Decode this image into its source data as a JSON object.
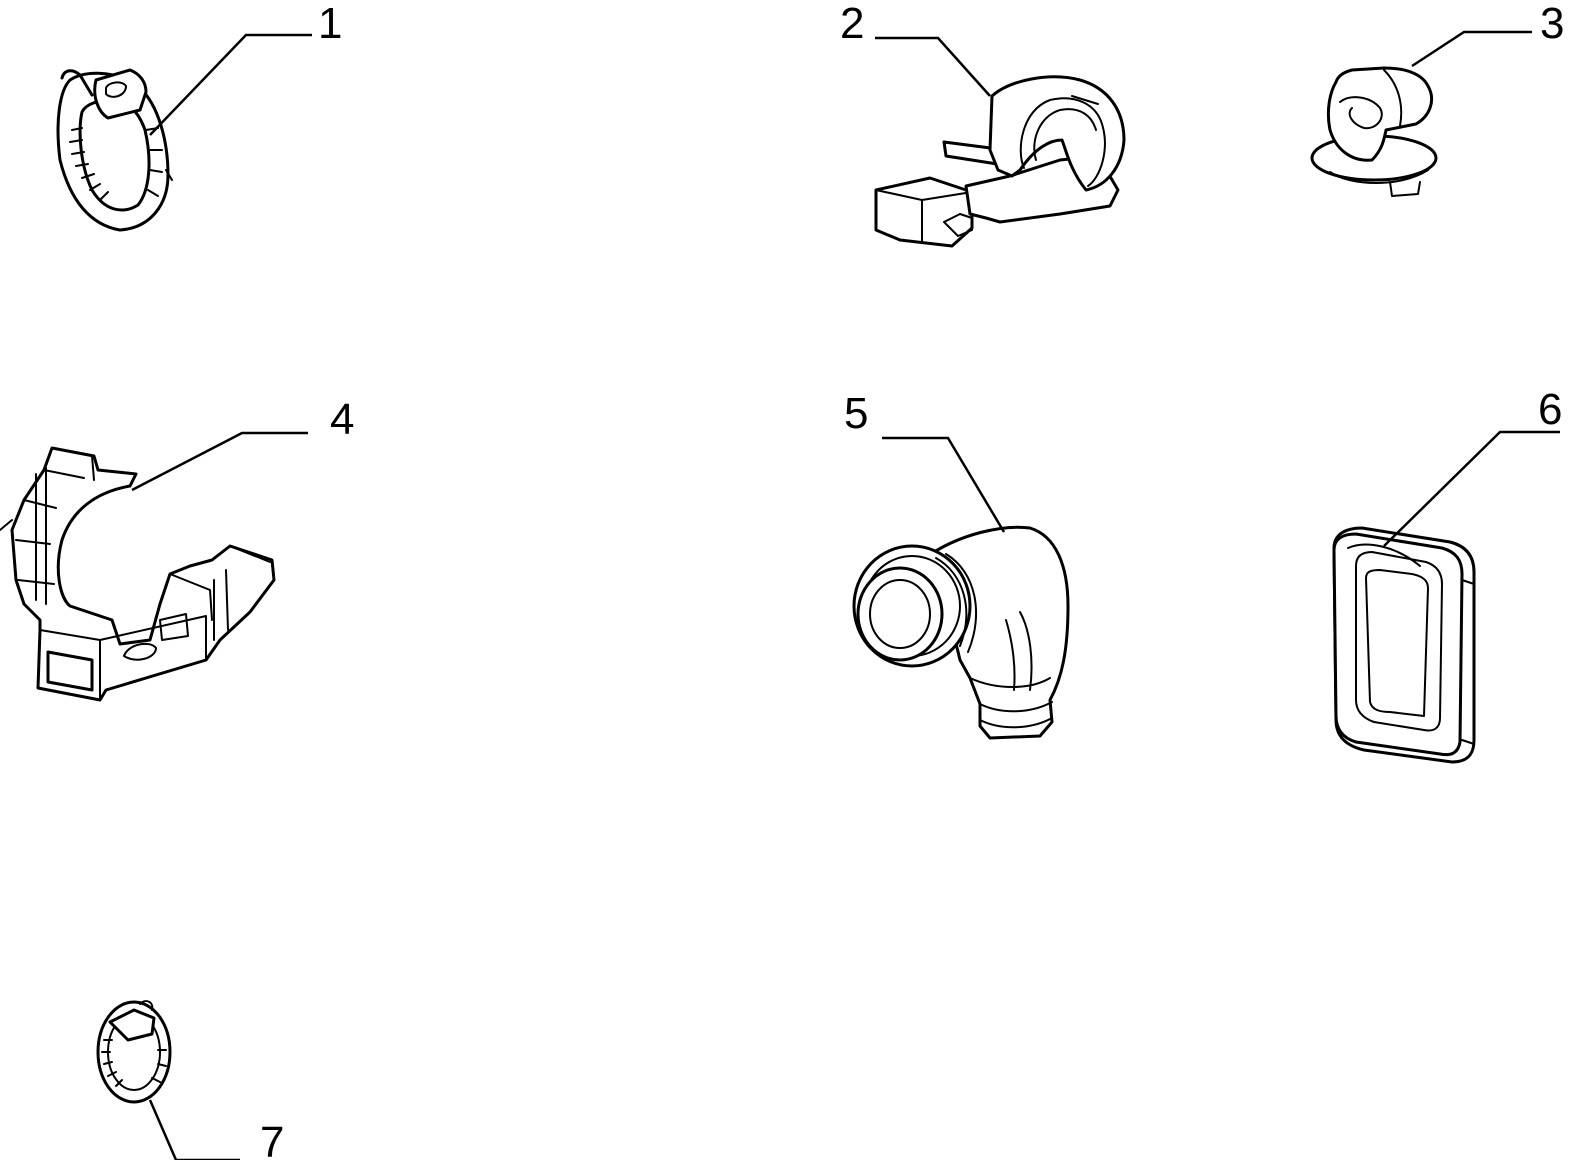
{
  "callouts": [
    {
      "id": "1",
      "label": "1"
    },
    {
      "id": "2",
      "label": "2"
    },
    {
      "id": "3",
      "label": "3"
    },
    {
      "id": "4",
      "label": "4"
    },
    {
      "id": "5",
      "label": "5"
    },
    {
      "id": "6",
      "label": "6"
    },
    {
      "id": "7",
      "label": "7"
    }
  ],
  "icons": {
    "part1": "hose-clamp-band-icon",
    "part2": "cable-clip-icon",
    "part3": "push-in-wire-clip-icon",
    "part4": "pipe-holder-bracket-icon",
    "part5": "elbow-grommet-icon",
    "part6": "rectangular-grommet-icon",
    "part7": "small-worm-clamp-icon"
  },
  "colors": {
    "line": "#000000",
    "background": "#ffffff"
  }
}
